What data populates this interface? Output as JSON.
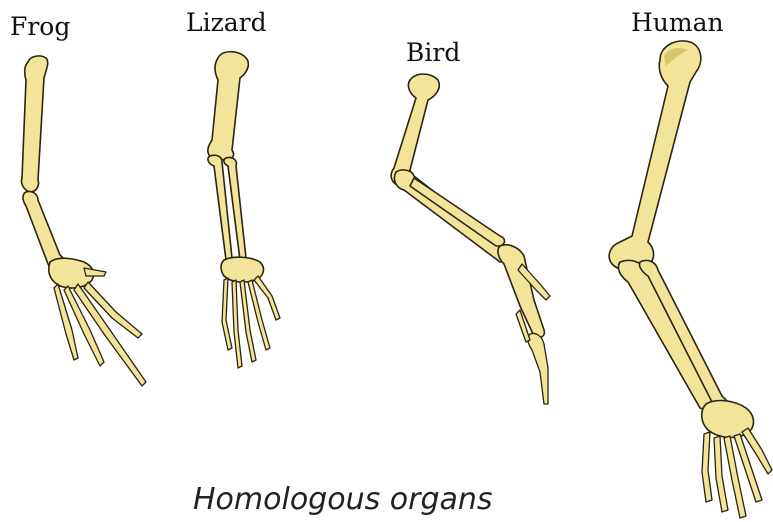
{
  "labels": {
    "frog": "Frog",
    "lizard": "Lizard",
    "bird": "Bird",
    "human": "Human"
  },
  "caption": "Homologous organs",
  "colors": {
    "bone_fill": "#f2e59a",
    "bone_outline": "#2b2410",
    "background": "#ffffff"
  }
}
